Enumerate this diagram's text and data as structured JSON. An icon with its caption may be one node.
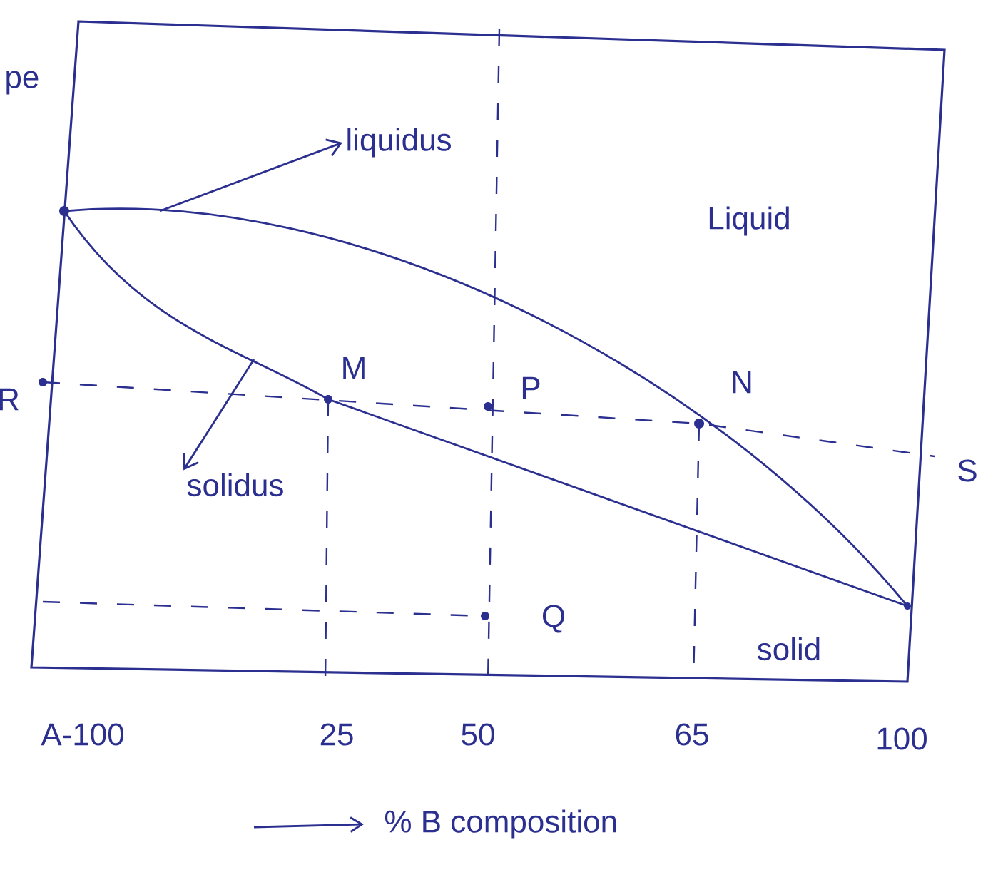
{
  "diagram": {
    "nodes": [
      {
        "text": [
          "liquidus"
        ]
      },
      {
        "text": [
          "solidus"
        ]
      }
    ],
    "edges": [
      {
        "from": null,
        "to": 0,
        "arrow": "to"
      },
      {
        "from": null,
        "to": 1,
        "arrow": "to"
      }
    ],
    "labels": [
      "pe",
      "Liquid",
      "M",
      "R",
      "P",
      "N",
      "S",
      "Q",
      "solid",
      "A-100",
      "25",
      "50",
      "65",
      "100",
      "% B composition"
    ]
  }
}
